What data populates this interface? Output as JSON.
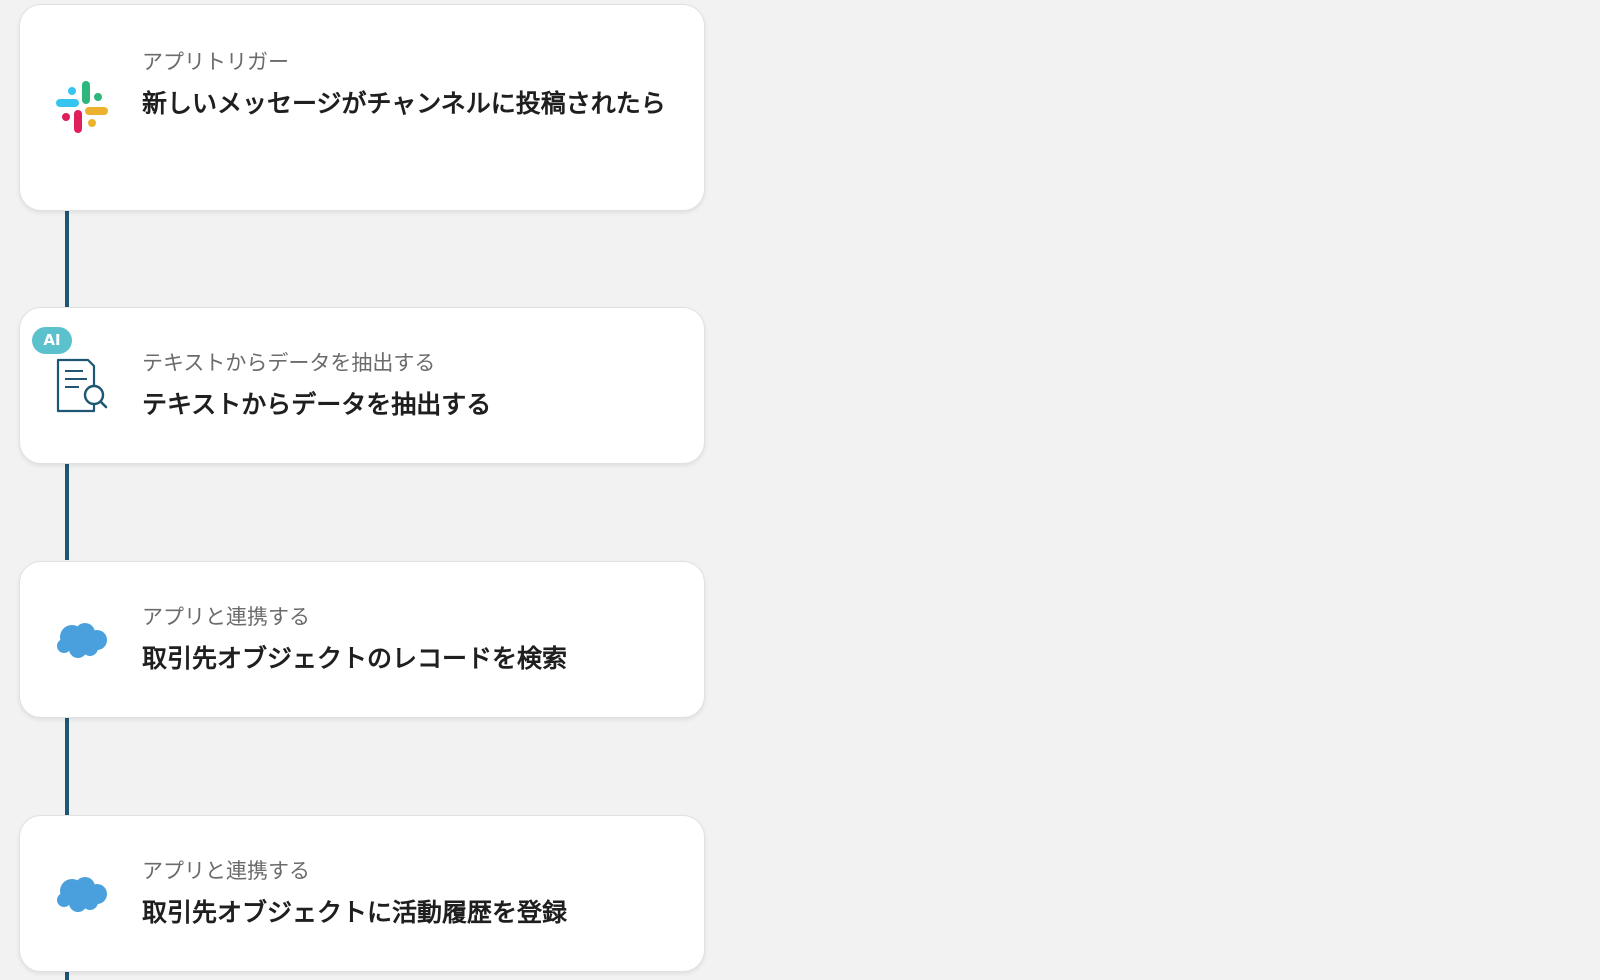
{
  "steps": [
    {
      "label": "アプリトリガー",
      "title": "新しいメッセージがチャンネルに投稿されたら",
      "icon": "slack-icon"
    },
    {
      "label": "テキストからデータを抽出する",
      "title": "テキストからデータを抽出する",
      "icon": "document-search-icon",
      "badge": "AI"
    },
    {
      "label": "アプリと連携する",
      "title": "取引先オブジェクトのレコードを検索",
      "icon": "salesforce-cloud-icon"
    },
    {
      "label": "アプリと連携する",
      "title": "取引先オブジェクトに活動履歴を登録",
      "icon": "salesforce-cloud-icon"
    }
  ],
  "colors": {
    "background": "#f2f2f2",
    "card": "#ffffff",
    "connector": "#1f5673",
    "ai_badge": "#5bc1cc",
    "salesforce_blue": "#4aa0dc",
    "document_icon": "#1f5673"
  }
}
